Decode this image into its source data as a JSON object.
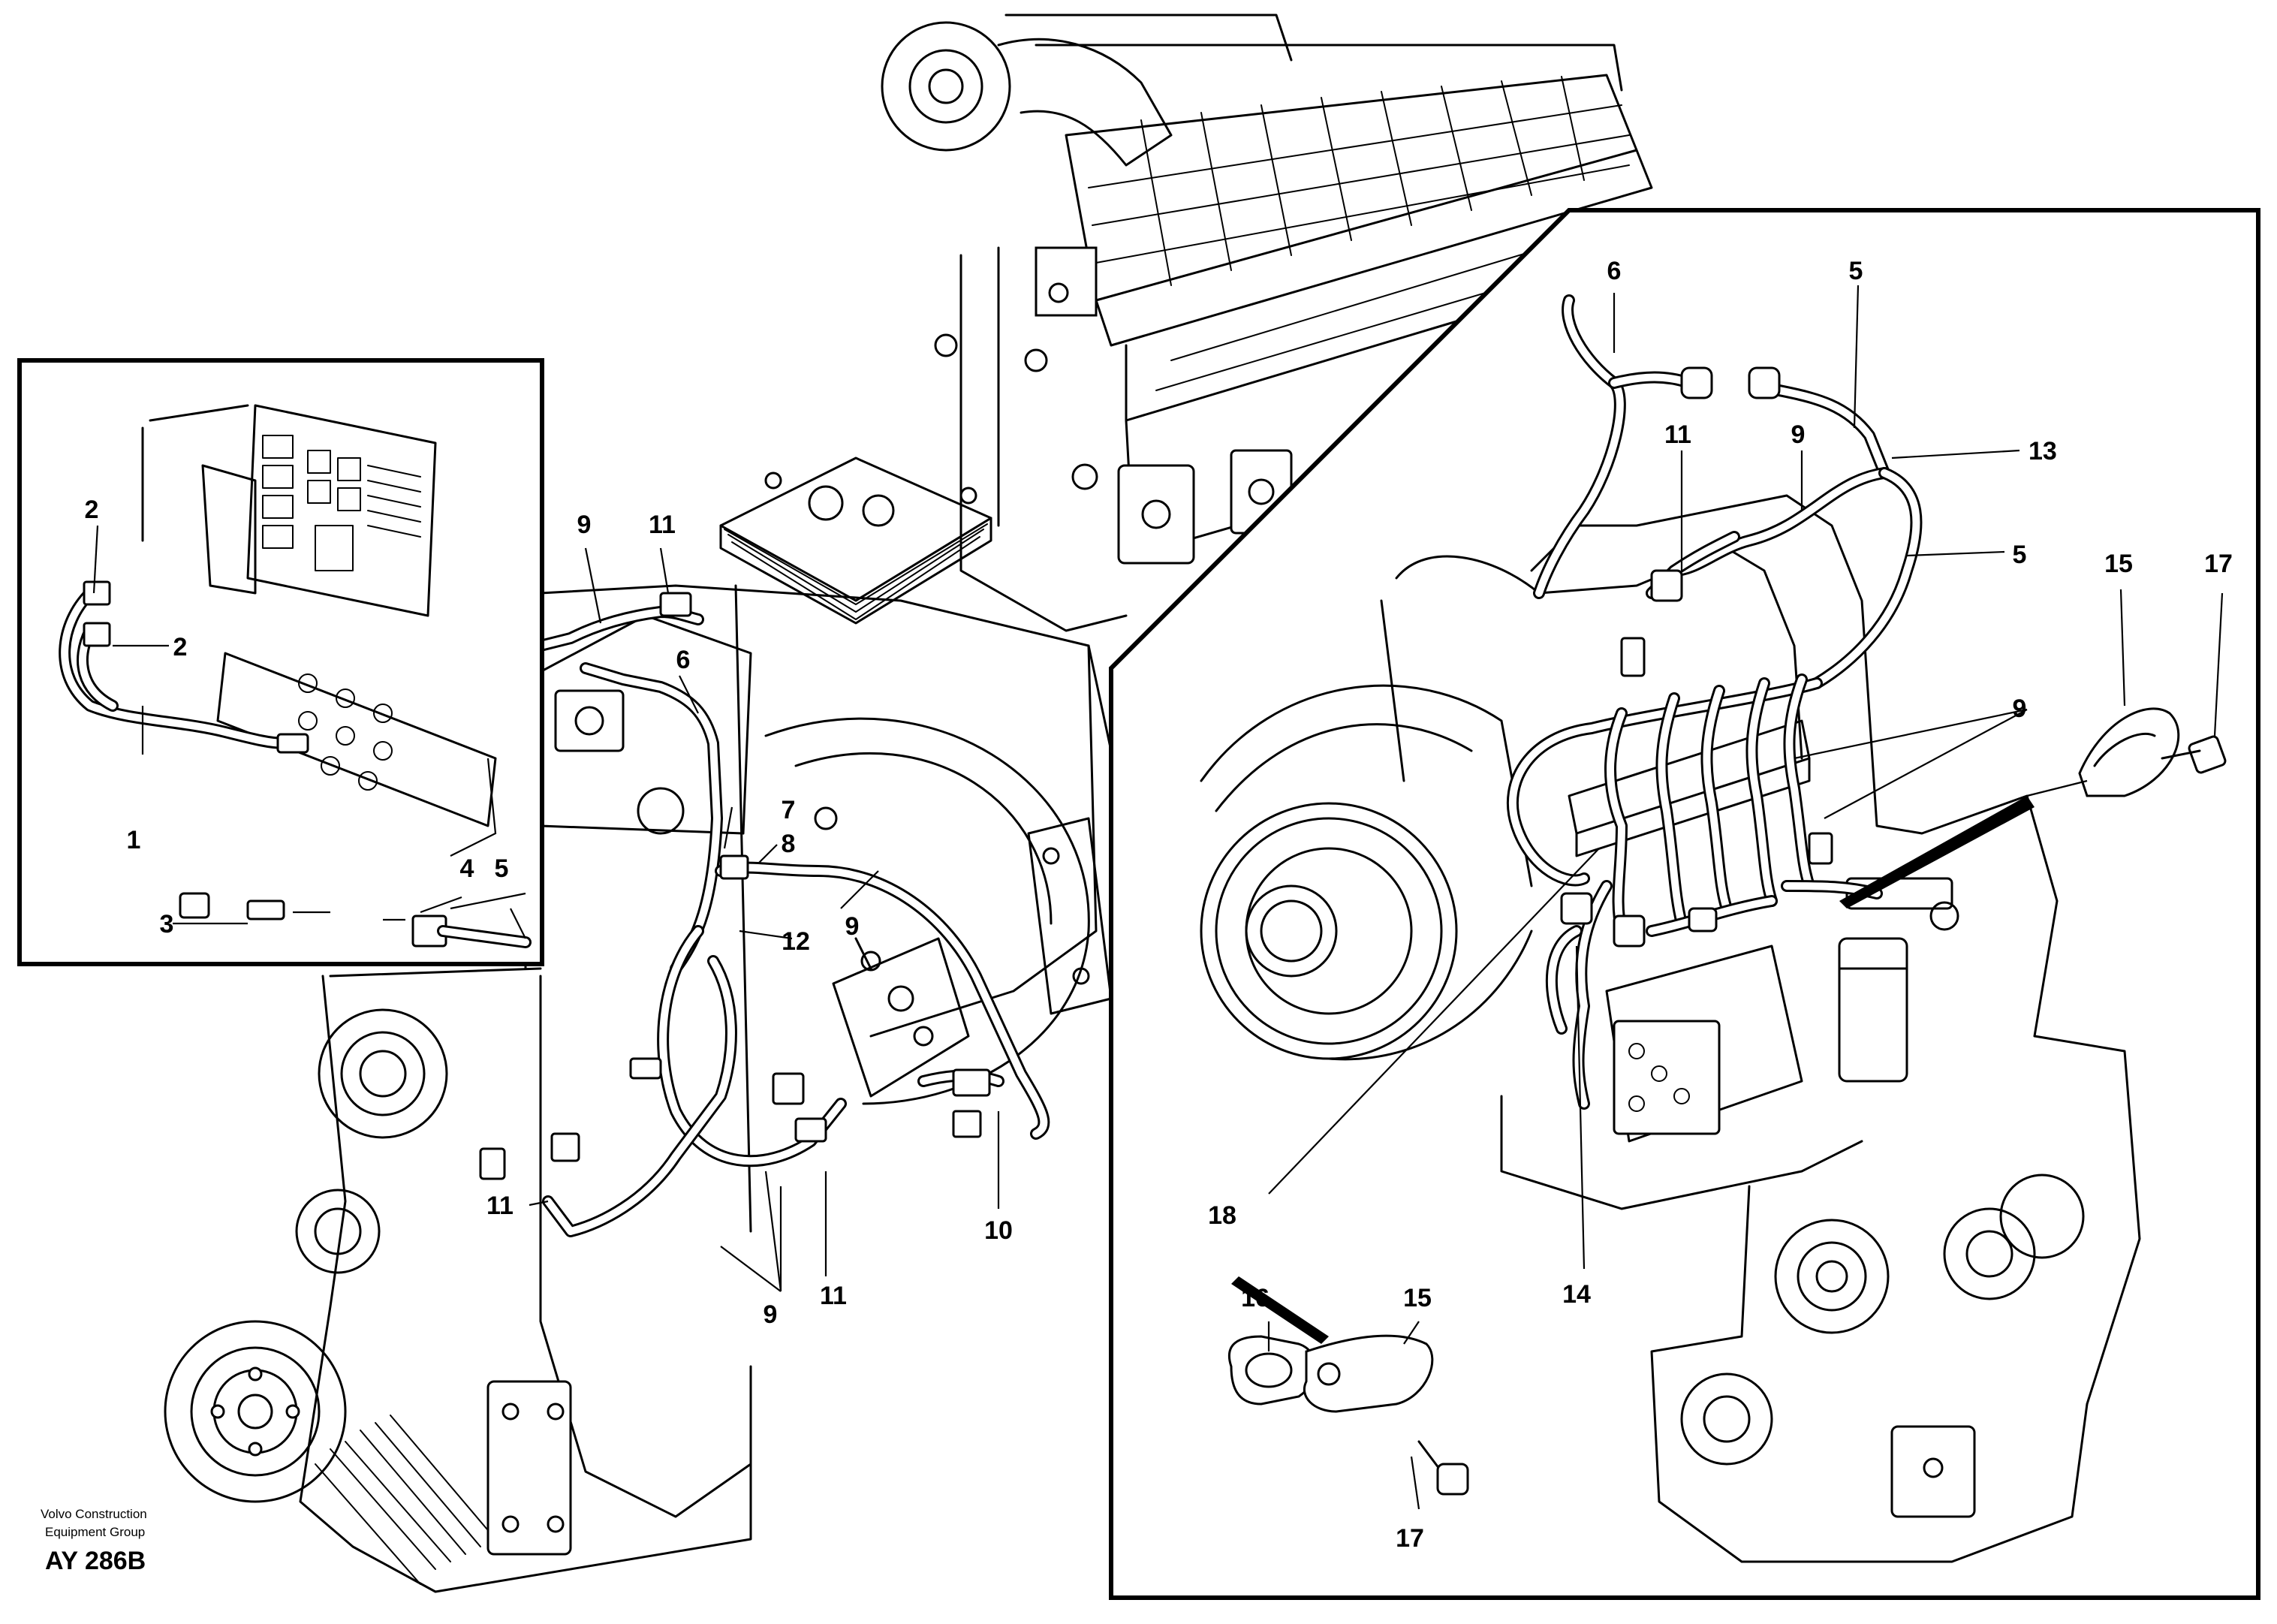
{
  "caption": {
    "company_line1": "Volvo Construction",
    "company_line2": "Equipment Group",
    "code": "AY 286B"
  },
  "callouts": {
    "c1": "1",
    "c2a": "2",
    "c2b": "2",
    "c3": "3",
    "c4": "4",
    "c5_left": "5",
    "c9_top": "9",
    "c11_top": "11",
    "c6_mid": "6",
    "c7": "7",
    "c8": "8",
    "c12": "12",
    "c9_mid": "9",
    "c11_lower": "11",
    "c11_bottom": "11",
    "c9_bottom": "9",
    "c10": "10",
    "c6_right": "6",
    "c5_right_top": "5",
    "c11_right": "11",
    "c9_right_top": "9",
    "c13": "13",
    "c5_right": "5",
    "c15_top": "15",
    "c17_top": "17",
    "c9_right": "9",
    "c18": "18",
    "c14": "14",
    "c16": "16",
    "c15_bottom": "15",
    "c17_bottom": "17"
  }
}
